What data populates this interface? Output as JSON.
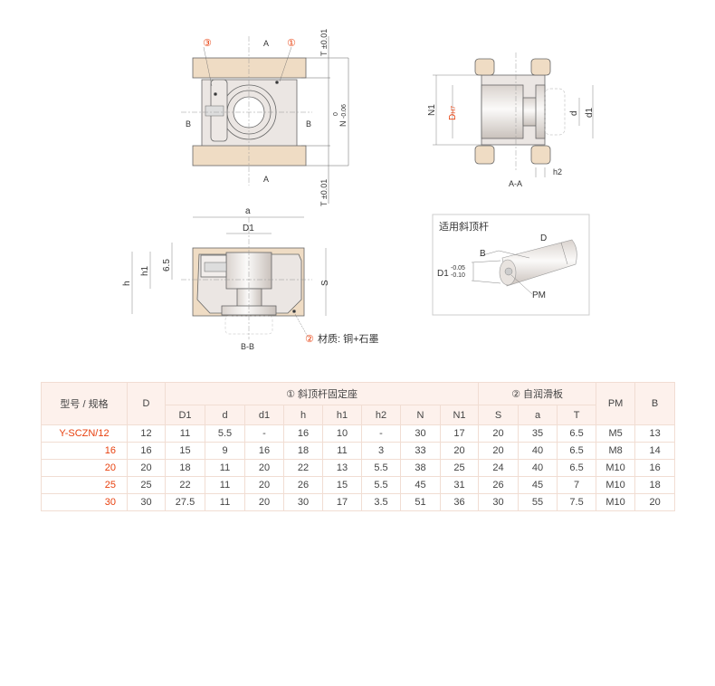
{
  "drawings": {
    "top_view": {
      "callout_3": "③",
      "callout_1": "①",
      "section_a": "A",
      "section_b": "B",
      "tol_t": "T ±0.01",
      "dim_n": "N",
      "dim_n_tol_upper": "0",
      "dim_n_tol_lower": "-0.06"
    },
    "section_aa": {
      "dim_n1": "N1",
      "dim_d": "D",
      "dim_d_fit": "H7",
      "dim_small_d": "d",
      "dim_d1": "d1",
      "dim_h2": "h2",
      "label": "A-A"
    },
    "section_bb": {
      "dim_a": "a",
      "dim_d1": "D1",
      "dim_h": "h",
      "dim_h1": "h1",
      "dim_65": "6.5",
      "dim_s": "S",
      "label": "B-B",
      "callout_2": "②",
      "material": "材质: 铜+石墨"
    },
    "inset": {
      "title": "适用斜顶杆",
      "dim_d": "D",
      "dim_b": "B",
      "dim_d1": "D1",
      "tol_upper": "-0.05",
      "tol_lower": "-0.10",
      "dim_pm": "PM"
    }
  },
  "table": {
    "col_model": "型号 / 规格",
    "col_d": "D",
    "group_1": "① 斜顶杆固定座",
    "group_2": "② 自润滑板",
    "col_pm": "PM",
    "col_b": "B",
    "sub_headers": [
      "D1",
      "d",
      "d1",
      "h",
      "h1",
      "h2",
      "N",
      "N1",
      "S",
      "a",
      "T"
    ],
    "rows": [
      [
        "Y-SCZN/12",
        "12",
        "11",
        "5.5",
        "-",
        "16",
        "10",
        "-",
        "30",
        "17",
        "20",
        "35",
        "6.5",
        "M5",
        "13"
      ],
      [
        "16",
        "16",
        "15",
        "9",
        "16",
        "18",
        "11",
        "3",
        "33",
        "20",
        "20",
        "40",
        "6.5",
        "M8",
        "14"
      ],
      [
        "20",
        "20",
        "18",
        "11",
        "20",
        "22",
        "13",
        "5.5",
        "38",
        "25",
        "24",
        "40",
        "6.5",
        "M10",
        "16"
      ],
      [
        "25",
        "25",
        "22",
        "11",
        "20",
        "26",
        "15",
        "5.5",
        "45",
        "31",
        "26",
        "45",
        "7",
        "M10",
        "18"
      ],
      [
        "30",
        "30",
        "27.5",
        "11",
        "20",
        "30",
        "17",
        "3.5",
        "51",
        "36",
        "30",
        "55",
        "7.5",
        "M10",
        "20"
      ]
    ]
  },
  "colors": {
    "accent": "#e8410f",
    "plate": "#efdcc4",
    "body": "#ebe6e3",
    "header_bg": "#fdf1ec"
  }
}
